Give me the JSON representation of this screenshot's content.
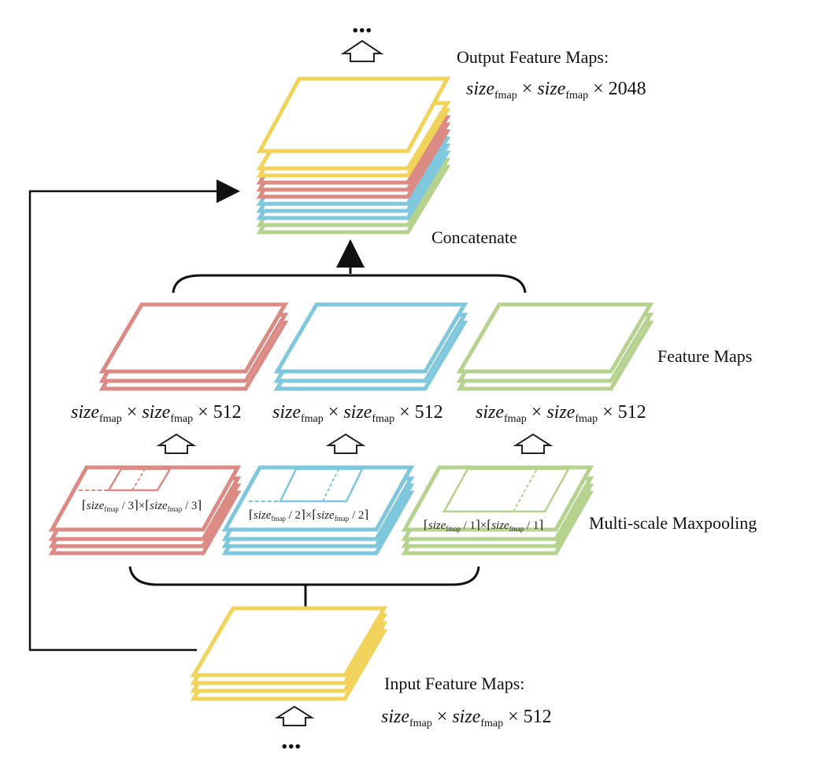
{
  "labels": {
    "output_title": "Output Feature Maps:",
    "concatenate": "Concatenate",
    "feature_maps": "Feature Maps",
    "multiscale": "Multi-scale Maxpooling",
    "input_title": "Input Feature Maps:",
    "dots": "..."
  },
  "formula": {
    "size": "size",
    "fmap": "fmap",
    "times": "×",
    "out_channels": "2048",
    "branch_channels": "512",
    "input_channels": "512"
  },
  "pooling": [
    {
      "divisor": "3"
    },
    {
      "divisor": "2"
    },
    {
      "divisor": "1"
    }
  ],
  "pool_text": {
    "size": "size",
    "fmap": "fmap",
    "slash": "/",
    "times": "×"
  },
  "colors": {
    "yellow": "#f2d35a",
    "red": "#db8a84",
    "blue": "#7ec7dd",
    "green": "#b5d38f",
    "line": "#111111"
  }
}
